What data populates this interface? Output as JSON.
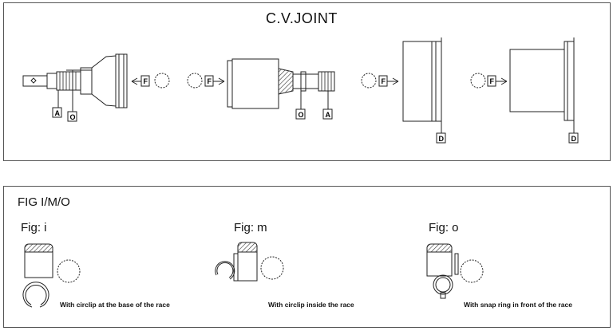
{
  "top_panel": {
    "title": "C.V.JOINT",
    "labels": {
      "a": "A",
      "o": "O",
      "f": "F",
      "d": "D"
    }
  },
  "bottom_panel": {
    "title": "FIG I/M/O",
    "figures": [
      {
        "label": "Fig: i",
        "caption": "With circlip at the base of the race"
      },
      {
        "label": "Fig: m",
        "caption": "With circlip inside the race"
      },
      {
        "label": "Fig: o",
        "caption": "With snap ring in front of the race"
      }
    ]
  }
}
